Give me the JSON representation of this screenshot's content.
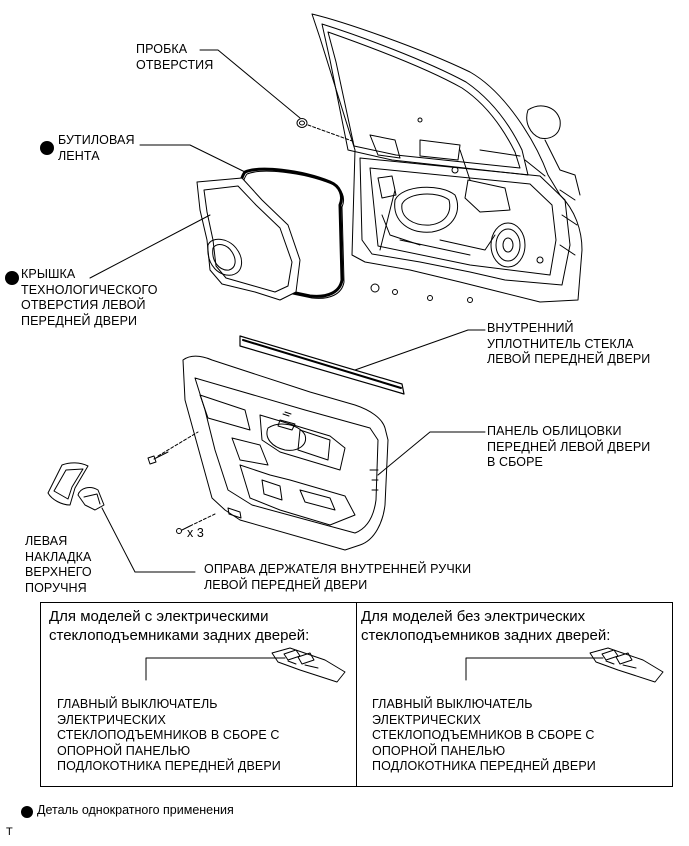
{
  "labels": {
    "plug": [
      "ПРОБКА",
      "ОТВЕРСТИЯ"
    ],
    "butyl_tape": [
      "БУТИЛОВАЯ",
      "ЛЕНТА"
    ],
    "service_hole_cover": [
      "КРЫШКА",
      "ТЕХНОЛОГИЧЕСКОГО",
      "ОТВЕРСТИЯ ЛЕВОЙ",
      "ПЕРЕДНЕЙ ДВЕРИ"
    ],
    "inner_weatherstrip": [
      "ВНУТРЕННИЙ",
      "УПЛОТНИТЕЛЬ СТЕКЛА",
      "ЛЕВОЙ ПЕРЕДНЕЙ ДВЕРИ"
    ],
    "trim_panel": [
      "ПАНЕЛЬ ОБЛИЦОВКИ",
      "ПЕРЕДНЕЙ ЛЕВОЙ ДВЕРИ",
      "В СБОРЕ"
    ],
    "armrest_cover": [
      "ЛЕВАЯ",
      "НАКЛАДКА",
      "ВЕРХНЕГО",
      "ПОРУЧНЯ"
    ],
    "handle_bezel": [
      "ОПРАВА ДЕРЖАТЕЛЯ ВНУТРЕННЕЙ РУЧКИ",
      "ЛЕВОЙ ПЕРЕДНЕЙ ДВЕРИ"
    ],
    "clip_count": "x 3"
  },
  "boxes": {
    "left": {
      "title": [
        "Для моделей с электрическими",
        "стеклоподъемниками задних дверей:"
      ],
      "part": [
        "ГЛАВНЫЙ ВЫКЛЮЧАТЕЛЬ",
        "ЭЛЕКТРИЧЕСКИХ",
        "СТЕКЛОПОДЪЕМНИКОВ В СБОРЕ С",
        "ОПОРНОЙ ПАНЕЛЬЮ",
        "ПОДЛОКОТНИКА ПЕРЕДНЕЙ ДВЕРИ"
      ]
    },
    "right": {
      "title": [
        "Для моделей без электрических",
        "стеклоподъемников задних дверей:"
      ],
      "part": [
        "ГЛАВНЫЙ ВЫКЛЮЧАТЕЛЬ",
        "ЭЛЕКТРИЧЕСКИХ",
        "СТЕКЛОПОДЪЕМНИКОВ В СБОРЕ С",
        "ОПОРНОЙ ПАНЕЛЬЮ",
        "ПОДЛОКОТНИКА ПЕРЕДНЕЙ ДВЕРИ"
      ]
    }
  },
  "legend": {
    "text": "Деталь однократного применения"
  },
  "corner_mark": "T"
}
